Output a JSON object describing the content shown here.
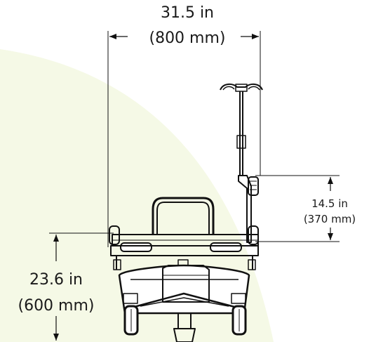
{
  "dimensions": {
    "width": {
      "imperial": "31.5 in",
      "metric": "(800 mm)"
    },
    "iv_pole_height": {
      "imperial": "14.5 in",
      "metric": "(370 mm)"
    },
    "deck_height": {
      "imperial": "23.6 in",
      "metric": "(600 mm)"
    }
  },
  "colors": {
    "background_tint": "#f5f9e6",
    "line": "#111111",
    "text": "#1a1a1a"
  }
}
